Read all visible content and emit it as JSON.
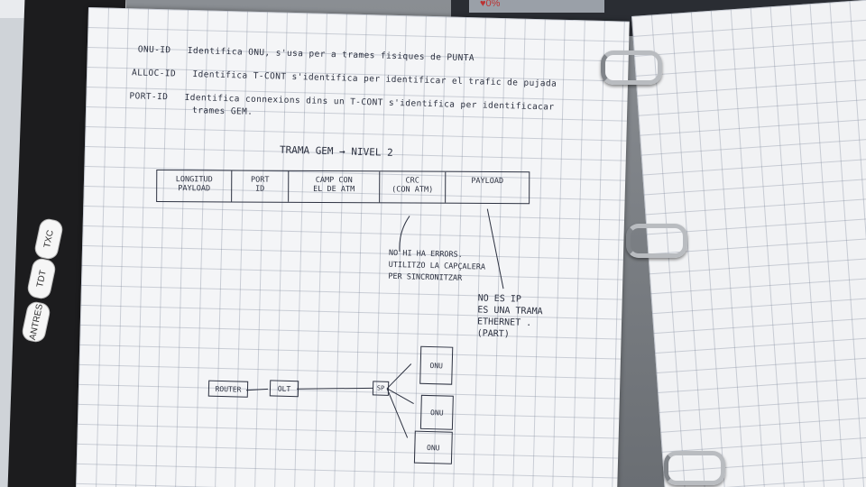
{
  "top_label": "♥0%",
  "notes": {
    "onu_id": {
      "key": "ONU-ID",
      "text": "Identifica ONU, s'usa per a trames fisiques de PUNTA"
    },
    "alloc_id": {
      "key": "ALLOC-ID",
      "text": "Identifica T-CONT s'identifica per identificar el trafic de pujada"
    },
    "port_id": {
      "key": "PORT-ID",
      "text": "Identifica connexions dins un T-CONT s'identifica per identificacar",
      "text2": "trames GEM."
    }
  },
  "frame_title": "TRAMA GEM → NIVEL 2",
  "frame_fields": [
    {
      "l1": "LONGITUD",
      "l2": "PAYLOAD"
    },
    {
      "l1": "PORT",
      "l2": "ID"
    },
    {
      "l1": "CAMP CON",
      "l2": "EL DE ATM"
    },
    {
      "l1": "CRC",
      "l2": "(CON ATM)"
    },
    {
      "l1": "PAYLOAD",
      "l2": ""
    }
  ],
  "annotation_crc": [
    "NO HI HA ERRORS.",
    "UTILITZO LA CAPÇALERA",
    "PER SINCRONITZAR"
  ],
  "annotation_payload": [
    "NO ES IP",
    "ES UNA TRAMA",
    "ETHERNET .",
    "(PART)"
  ],
  "diagram": {
    "router": "ROUTER",
    "olt": "OLT",
    "splitter": "SP",
    "onu": "ONU"
  },
  "tabs": [
    "TXC",
    "TDT",
    "ANTRES"
  ]
}
